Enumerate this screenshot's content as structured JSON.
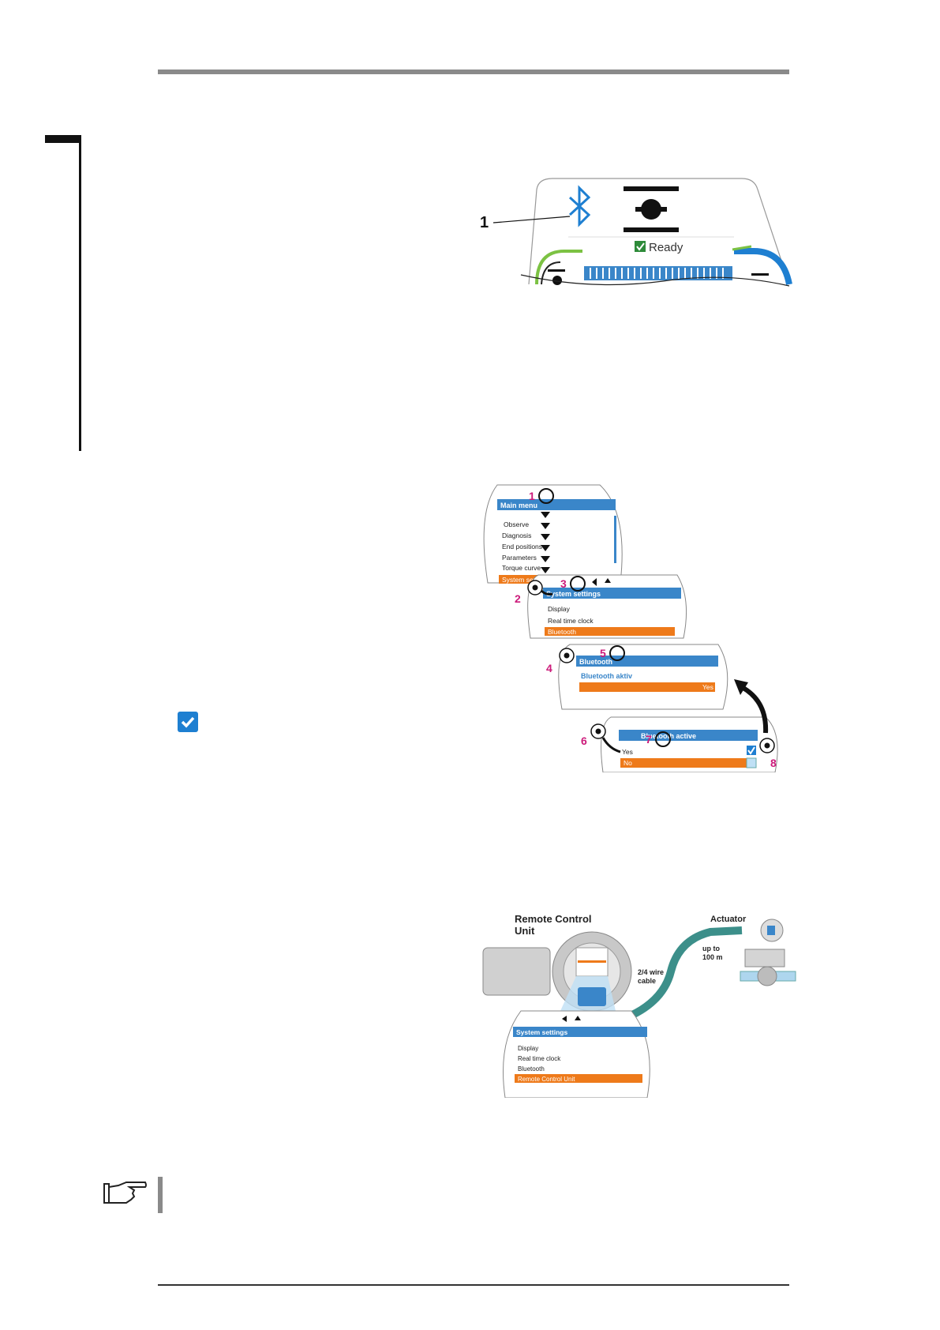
{
  "figure1": {
    "callout": "1",
    "status_text": "Ready"
  },
  "figure2": {
    "steps": [
      "1",
      "2",
      "3",
      "4",
      "5",
      "6",
      "7",
      "8"
    ],
    "main_menu": {
      "title": "Main menu",
      "items": [
        "Observe",
        "Diagnosis",
        "End positions",
        "Parameters",
        "Torque curve"
      ],
      "selected": "System settings"
    },
    "system_settings": {
      "title": "System settings",
      "items": [
        "Display",
        "Real time clock"
      ],
      "selected": "Bluetooth"
    },
    "bluetooth": {
      "title": "Bluetooth",
      "item": "Bluetooth aktiv",
      "value": "Yes"
    },
    "bluetooth_active": {
      "title": "Bluetooth active",
      "option_yes": "Yes",
      "option_no": "No"
    }
  },
  "figure3": {
    "rcu_label_line1": "Remote Control",
    "rcu_label_line2": "Unit",
    "actuator_label": "Actuator",
    "distance_line1": "up to",
    "distance_line2": "100 m",
    "cable_line1": "2/4 wire",
    "cable_line2": "cable",
    "menu": {
      "title": "System settings",
      "items": [
        "Display",
        "Real time clock",
        "Bluetooth"
      ],
      "selected": "Remote Control Unit"
    }
  },
  "colors": {
    "accent_blue": "#1e7fd1",
    "highlight_orange": "#ee7a1a",
    "step_magenta": "#cc1a7a",
    "ready_green": "#2e8b3a"
  }
}
